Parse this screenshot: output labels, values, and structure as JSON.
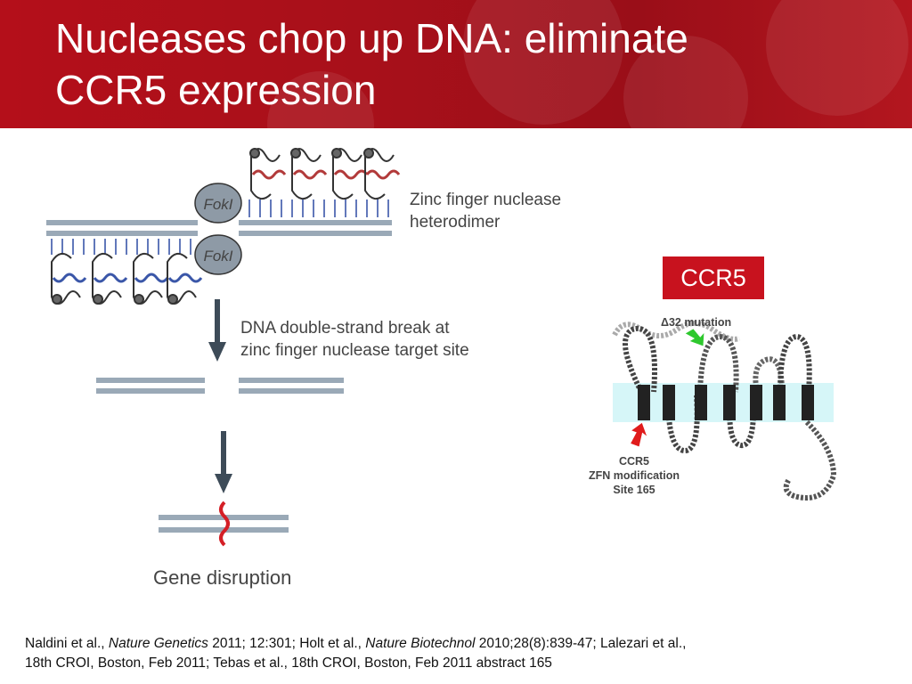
{
  "title_line1": "Nucleases chop up DNA: eliminate",
  "title_line2": "CCR5 expression",
  "diagram": {
    "fok_top": "FokI",
    "fok_bottom": "FokI",
    "zfn_line1": "Zinc finger nuclease",
    "zfn_line2": "heterodimer",
    "dsb_line1": "DNA double-strand break at",
    "dsb_line2": "zinc finger nuclease target site",
    "gene_disruption": "Gene disruption"
  },
  "ccr5": {
    "badge": "CCR5",
    "mutation_label": "Δ32 mutation",
    "site_line1": "CCR5",
    "site_line2": "ZFN modification",
    "site_line3": "Site 165"
  },
  "citation": {
    "a1": "Naldini et al., ",
    "j1": "Nature Genetics",
    "a2": " 2011; 12:301; Holt et al., ",
    "j2": "Nature Biotechnol",
    "a3": " 2010;28(8):839-47; Lalezari et al.,",
    "a4": "18th CROI, Boston, Feb 2011; Tebas et al., 18th CROI, Boston, Feb 2011 abstract 165"
  },
  "colors": {
    "header": "#b40f1a",
    "dna": "#9aa9b7",
    "arrow": "#3d4b58",
    "red_helix": "#b23a3a",
    "blue_helix": "#3a56a8",
    "membrane": "#d6f6f8",
    "badge": "#c8121e"
  }
}
